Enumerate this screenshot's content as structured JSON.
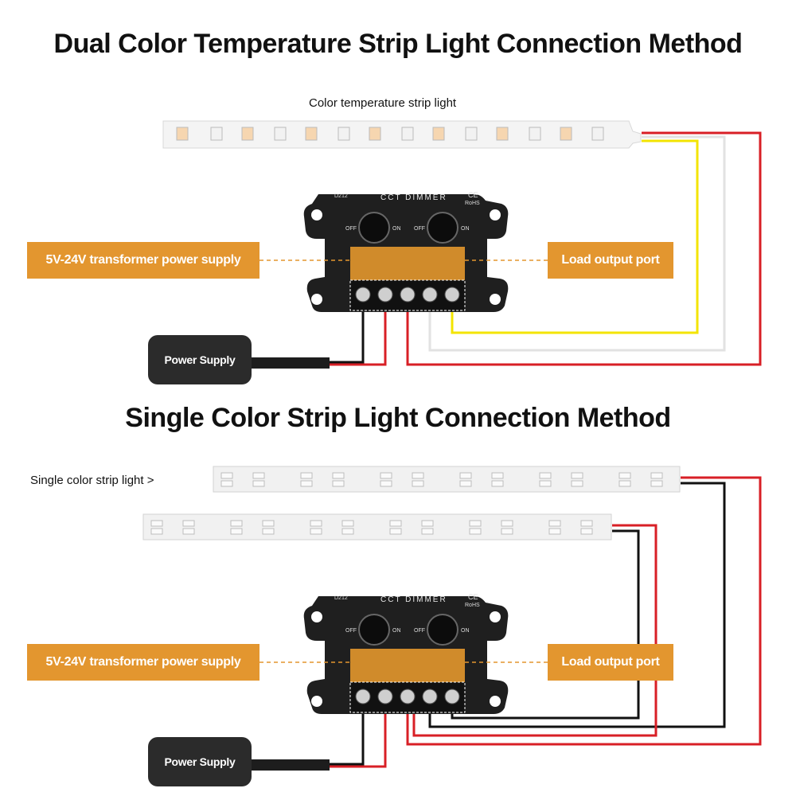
{
  "section1": {
    "title": "Dual Color Temperature Strip Light Connection Method",
    "strip_caption": "Color temperature strip light",
    "left_label": "5V-24V transformer power supply",
    "right_label": "Load output port",
    "power_supply": "Power Supply",
    "dimmer": {
      "title": "CCT DIMMER",
      "model": "D212",
      "ce": "CE",
      "rohs": "RoHS",
      "off": "OFF",
      "on": "ON"
    }
  },
  "section2": {
    "title": "Single Color Strip Light Connection Method",
    "strip_caption": "Single color strip light  >",
    "left_label": "5V-24V transformer power supply",
    "right_label": "Load output port",
    "power_supply": "Power Supply",
    "dimmer": {
      "title": "CCT DIMMER",
      "model": "D212",
      "ce": "CE",
      "rohs": "RoHS",
      "off": "OFF",
      "on": "ON"
    }
  },
  "colors": {
    "label_bg": "#e3962f",
    "wire_red": "#d81f26",
    "wire_black": "#111111",
    "wire_yellow": "#f3e400",
    "wire_white": "#e6e6e6",
    "device": "#1f1f1f"
  }
}
